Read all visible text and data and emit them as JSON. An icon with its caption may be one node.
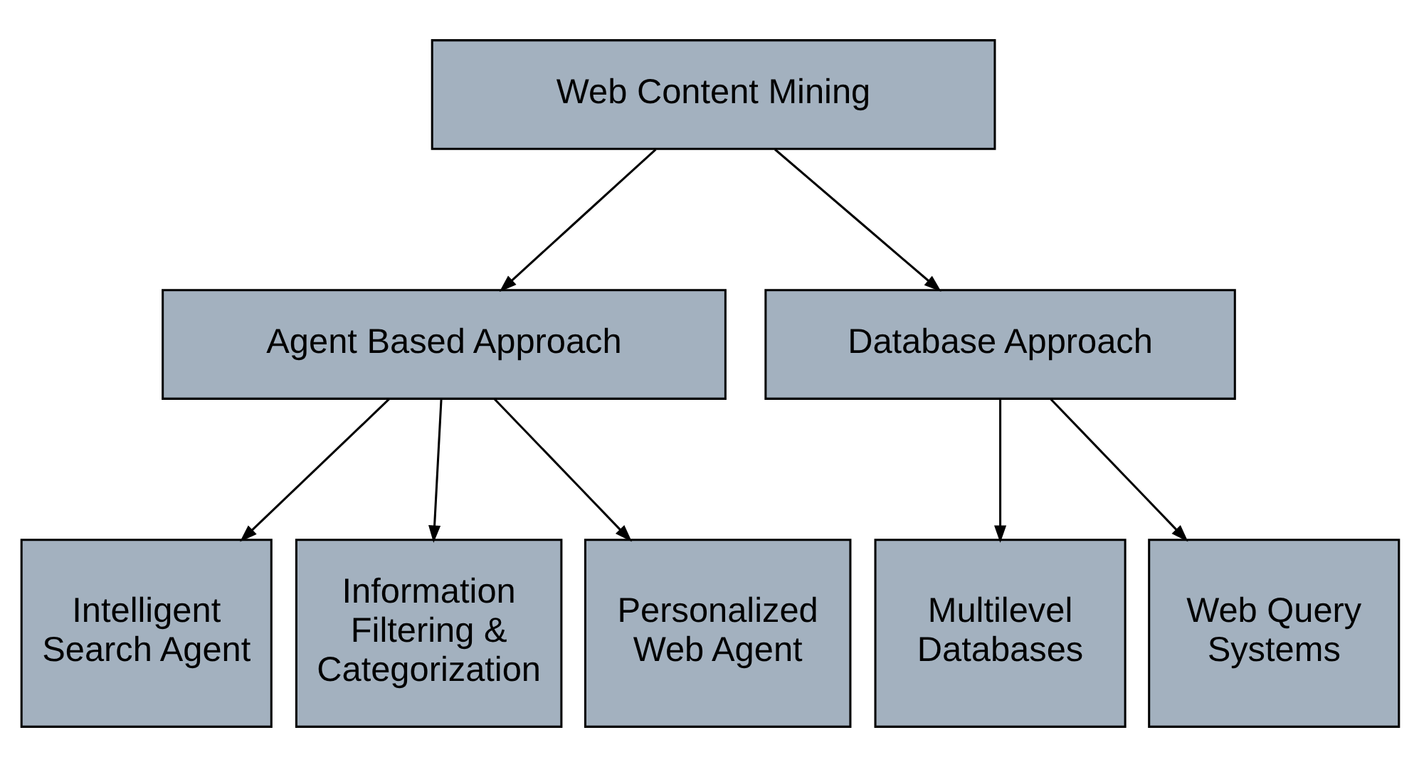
{
  "diagram": {
    "nodes": [
      {
        "text": [
          "Web Content Mining"
        ]
      },
      {
        "text": [
          "Agent Based Approach"
        ]
      },
      {
        "text": [
          "Database Approach"
        ]
      },
      {
        "text": [
          "Intelligent Search Agent"
        ]
      },
      {
        "text": [
          "Information Filtering & Categorization"
        ]
      },
      {
        "text": [
          "Personalized Web Agent"
        ]
      },
      {
        "text": [
          "Multilevel Databases"
        ]
      },
      {
        "text": [
          "Web Query Systems"
        ]
      }
    ],
    "edges": [
      {
        "from": 0,
        "to": 1,
        "arrow": "to"
      },
      {
        "from": 0,
        "to": 2,
        "arrow": "to"
      },
      {
        "from": 1,
        "to": 3,
        "arrow": "to"
      },
      {
        "from": 1,
        "to": 4,
        "arrow": "to"
      },
      {
        "from": 1,
        "to": 5,
        "arrow": "to"
      },
      {
        "from": 2,
        "to": 6,
        "arrow": "to"
      },
      {
        "from": 2,
        "to": 7,
        "arrow": "to"
      }
    ]
  }
}
